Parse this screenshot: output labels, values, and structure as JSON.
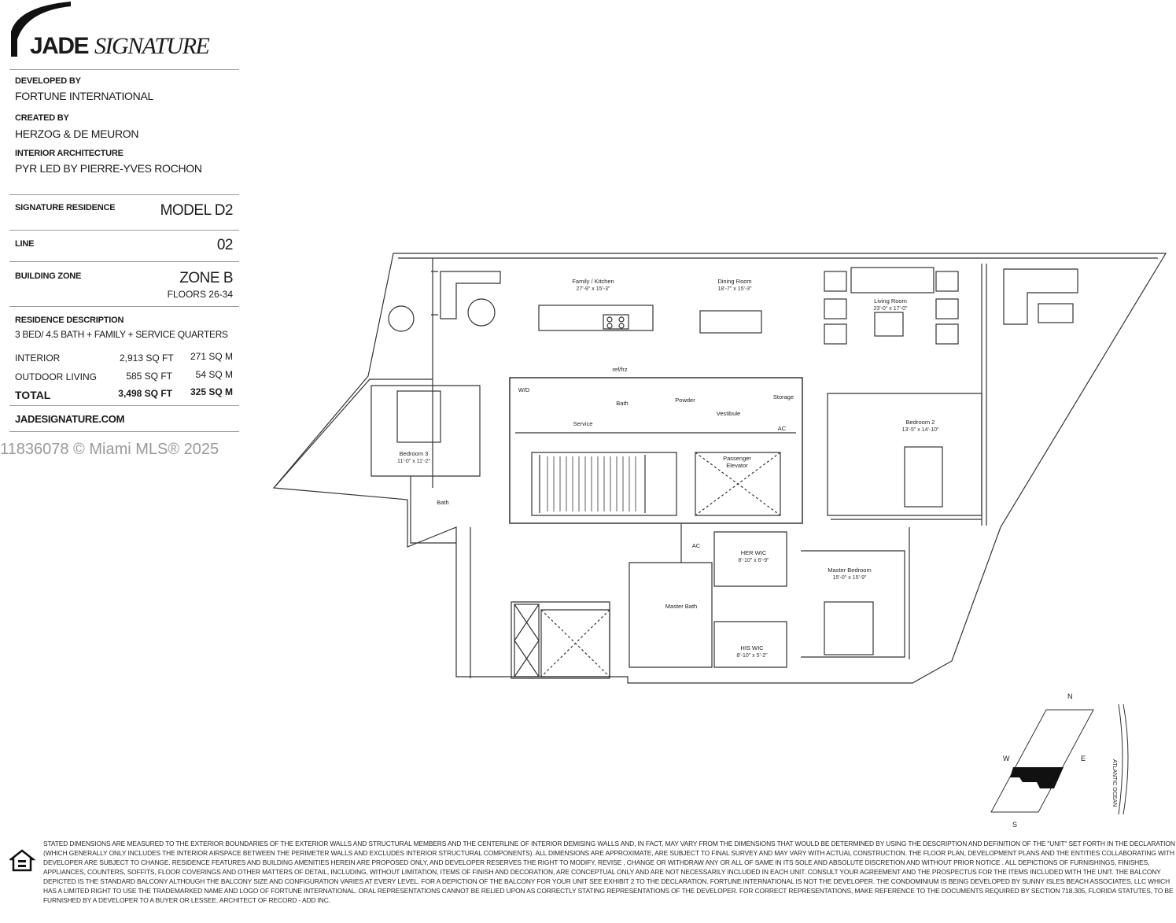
{
  "header": {
    "logo_bold": "JADE",
    "logo_italic": "SIGNATURE"
  },
  "credits": {
    "developed_by_label": "DEVELOPED BY",
    "developed_by_value": "FORTUNE INTERNATIONAL",
    "created_by_label": "CREATED BY",
    "created_by_value": "HERZOG & DE MEURON",
    "interior_label": "INTERIOR ARCHITECTURE",
    "interior_value": "PYR LED BY PIERRE-YVES ROCHON"
  },
  "specs": {
    "residence_label": "SIGNATURE RESIDENCE",
    "residence_value": "MODEL D2",
    "line_label": "LINE",
    "line_value": "02",
    "zone_label": "BUILDING ZONE",
    "zone_value": "ZONE B",
    "floors_value": "FLOORS 26-34",
    "description_label": "RESIDENCE DESCRIPTION",
    "description_value": "3 BED/ 4.5 BATH + FAMILY + SERVICE  QUARTERS",
    "areas": [
      {
        "label": "INTERIOR",
        "sqft": "2,913 SQ FT",
        "sqm": "271 SQ M"
      },
      {
        "label": "OUTDOOR LIVING",
        "sqft": "585 SQ FT",
        "sqm": "54 SQ M"
      },
      {
        "label": "TOTAL",
        "sqft": "3,498 SQ FT",
        "sqm": "325 SQ M"
      }
    ],
    "website": "JADESIGNATURE.COM"
  },
  "watermark": "11836078 © Miami MLS® 2025",
  "rooms": {
    "family_kitchen": "Family / Kitchen",
    "family_kitchen_dims": "27'-9\" x 15'-3\"",
    "dining": "Dining Room",
    "dining_dims": "18'-7\" x 15'-3\"",
    "living": "Living Room",
    "living_dims": "23'-0\" x 17'-0\"",
    "bedroom2": "Bedroom 2",
    "bedroom2_dims": "13'-5\" x 14'-10\"",
    "bedroom3": "Bedroom 3",
    "bedroom3_dims": "11'-0\" x 11'-2\"",
    "master_bedroom": "Master Bedroom",
    "master_bedroom_dims": "15'-0\" x 15'-9\"",
    "her_wic": "HER WIC",
    "her_wic_dims": "8'-10\" x 6'-9\"",
    "his_wic": "HIS WIC",
    "his_wic_dims": "8'-10\" x 5'-2\"",
    "master_bath": "Master Bath",
    "bath": "Bath",
    "bath2": "Bath",
    "service": "Service",
    "powder": "Powder",
    "vestibule": "Vestibule",
    "storage": "Storage",
    "ac1": "AC",
    "ac2": "AC",
    "passenger": "Passenger",
    "elevator": "Elevator",
    "wd": "W/D",
    "ref": "ref/frz"
  },
  "compass": {
    "n": "N",
    "s": "S",
    "e": "E",
    "w": "W",
    "ocean": "ATLANTIC OCEAN"
  },
  "disclaimer": "Stated dimensions are measured to the exterior boundaries of the exterior walls and structural members and the centerline of interior demising walls and, in fact, may vary from the dimensions that would be determined by using the description and definition of the \"unit\" set forth in the declaration (which generally only includes the interior airspace between the perimeter walls and excludes interior structural components). All dimensions are approximate, are subject to final survey and may vary with actual construction. The floor plan, development plans and the entities collaborating with developer are subject to change. Residence features and building amenities herein are proposed only, and developer reserves the right to modify, revise , change or withdraw any or all of same in its sole and absolute discretion and without prior notice . All depictions of furnishings, finishes, appliances, counters, soffits, floor coverings and other matters of detail, including, without limitation, items of finish and decoration, are conceptual only and are not necessarily included in each unit. Consult your agreement and the prospectus for the items included with the unit. The balcony depicted is the standard balcony although the balcony size and configuration varies at every level. For a depiction of the balcony for your unit see exhibit 2 to the declaration. Fortune International is not the developer. The condominium is being developed by Sunny Isles Beach Associates, LLC which has a limited right to use the trademarked name and logo of Fortune International. Oral representations cannot be relied upon as correctly stating representations of the developer. For correct representations, make reference to the documents required by section 718.305, Florida Statutes, to be furnished by a developer to a buyer or lessee. Architect of record - ADD Inc."
}
